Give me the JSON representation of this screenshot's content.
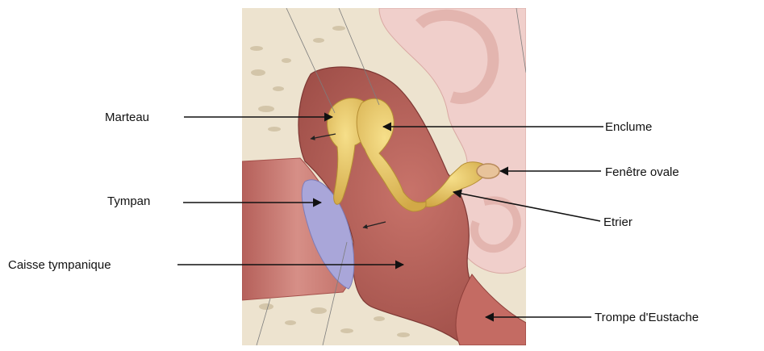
{
  "labels": {
    "marteau": "Marteau",
    "enclume": "Enclume",
    "fenetre_ovale": "Fenêtre ovale",
    "tympan": "Tympan",
    "etrier": "Etrier",
    "caisse_tympanique": "Caisse tympanique",
    "trompe_eustache": "Trompe d'Eustache"
  },
  "colors": {
    "cavity": "#b8625a",
    "cavity_dark": "#8e3f3a",
    "ossicle": "#e3c468",
    "tympan": "#a9a6d9",
    "canal": "#cf8078",
    "inner_ear": "#f0cfcb",
    "bone": "#ede3cf",
    "label_text": "#111111",
    "leader": "#111111"
  }
}
